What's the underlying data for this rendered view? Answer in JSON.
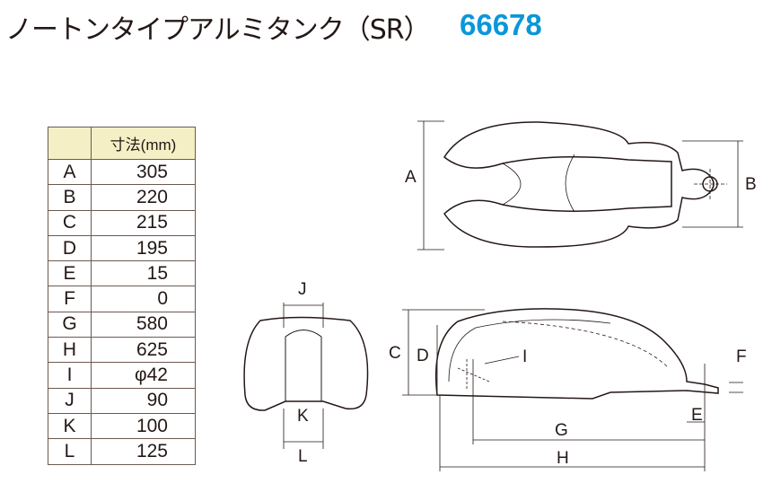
{
  "title": "ノートンタイプアルミタンク（SR）",
  "product_code": "66678",
  "table": {
    "header": [
      "",
      "寸法(mm)"
    ],
    "rows": [
      [
        "A",
        "305"
      ],
      [
        "B",
        "220"
      ],
      [
        "C",
        "215"
      ],
      [
        "D",
        "195"
      ],
      [
        "E",
        "15"
      ],
      [
        "F",
        "0"
      ],
      [
        "G",
        "580"
      ],
      [
        "H",
        "625"
      ],
      [
        "I",
        "φ42"
      ],
      [
        "J",
        "90"
      ],
      [
        "K",
        "100"
      ],
      [
        "L",
        "125"
      ]
    ]
  },
  "diagram_labels": {
    "A": "A",
    "B": "B",
    "C": "C",
    "D": "D",
    "E": "E",
    "F": "F",
    "G": "G",
    "H": "H",
    "I": "I",
    "J": "J",
    "K": "K",
    "L": "L"
  },
  "colors": {
    "accent": "#0a97d9",
    "header_bg": "#f5efc6"
  }
}
